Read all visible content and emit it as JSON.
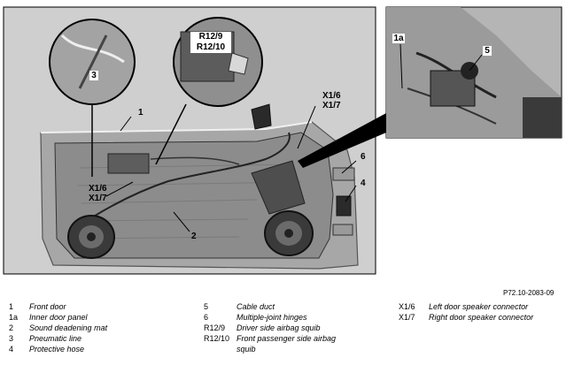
{
  "figure_ref": "P72.10-2083-09",
  "callouts": {
    "c1": "1",
    "c2": "2",
    "c3": "3",
    "c4": "4",
    "c5": "5",
    "c6": "6",
    "c1a": "1a",
    "x16_a": "X1/6",
    "x17_a": "X1/7",
    "x16_b": "X1/6",
    "x17_b": "X1/7",
    "r129": "R12/9",
    "r1210": "R12/10"
  },
  "legend": {
    "col1": [
      {
        "code": "1",
        "text": "Front door"
      },
      {
        "code": "1a",
        "text": "Inner door panel"
      },
      {
        "code": "2",
        "text": "Sound deadening mat"
      },
      {
        "code": "3",
        "text": "Pneumatic line"
      },
      {
        "code": "4",
        "text": "Protective hose"
      }
    ],
    "col2": [
      {
        "code": "5",
        "text": "Cable duct"
      },
      {
        "code": "6",
        "text": "Multiple-joint hinges"
      },
      {
        "code": "R12/9",
        "text": "Driver side airbag squib"
      },
      {
        "code": "R12/10",
        "text": "Front passenger side airbag"
      },
      {
        "code": "",
        "text": "squib"
      }
    ],
    "col3": [
      {
        "code": "X1/6",
        "text": "Left door speaker connector"
      },
      {
        "code": "X1/7",
        "text": "Right door speaker connector"
      }
    ]
  }
}
